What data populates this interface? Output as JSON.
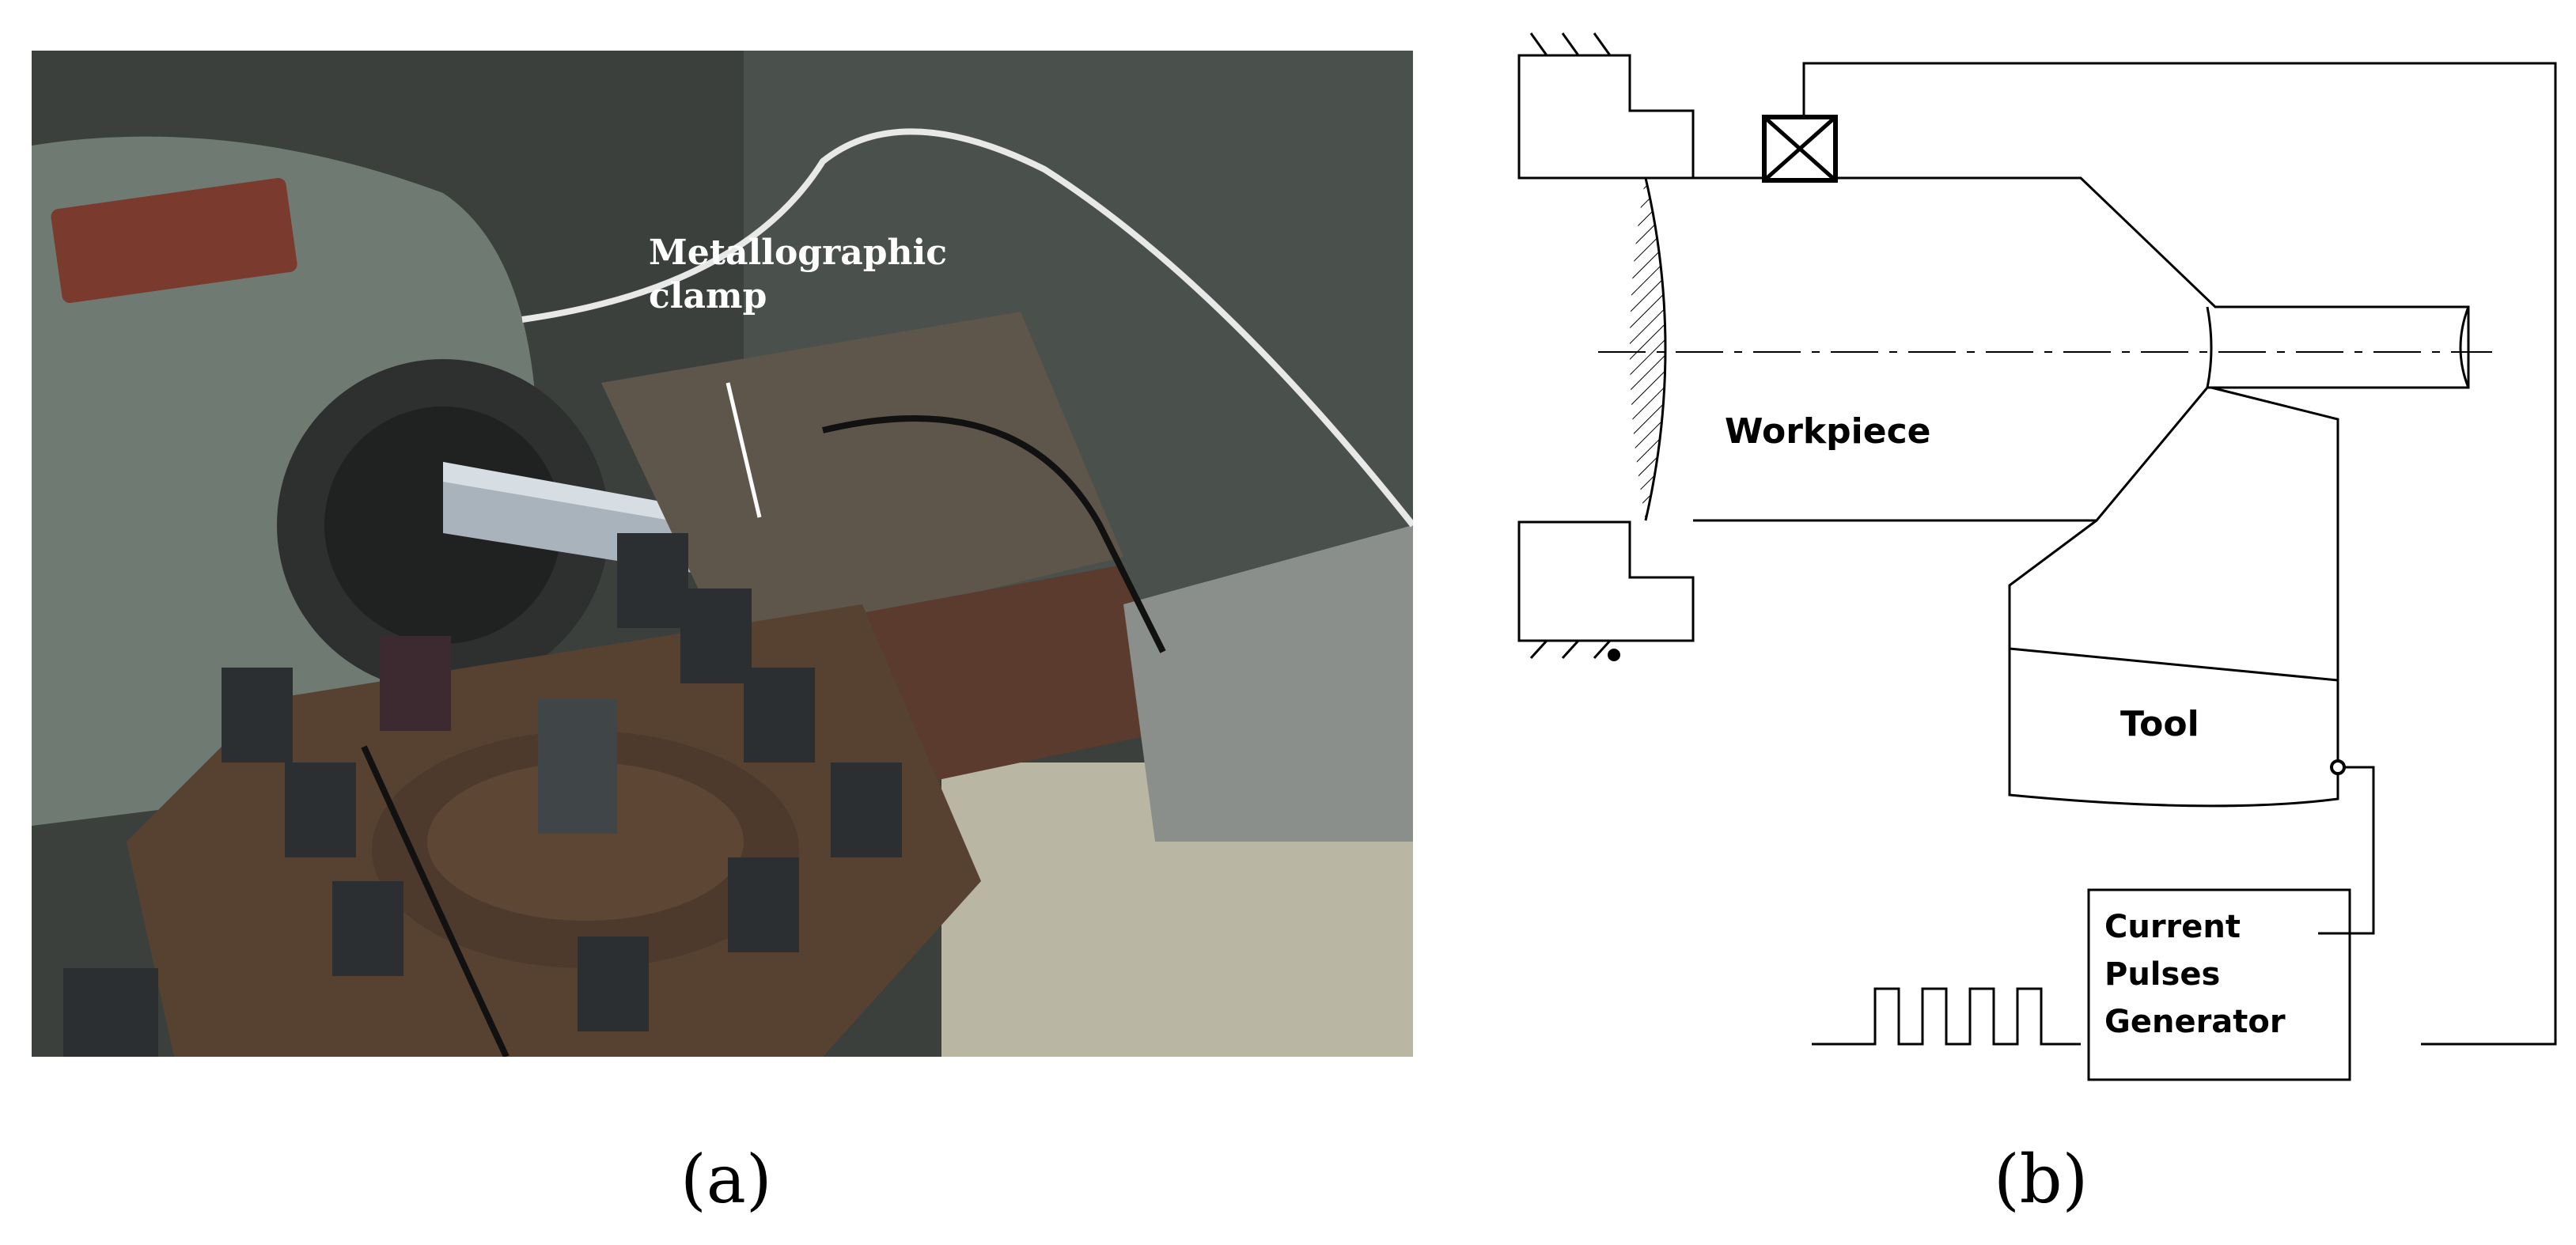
{
  "panel_a": {
    "clamp_label_line1": "Metallographic",
    "clamp_label_line2": "clamp",
    "caption": "(a)"
  },
  "panel_b": {
    "workpiece_label": "Workpiece",
    "tool_label": "Tool",
    "generator_label_line1": "Current",
    "generator_label_line2": "Pulses",
    "generator_label_line3": "Generator",
    "caption": "(b)"
  },
  "colors": {
    "photo_dark": "#3a3d3b",
    "machine_green": "#6f7a72",
    "rust_brown": "#5a3b2e",
    "diagram_line": "#000000"
  },
  "icons": [
    "current-collector-icon",
    "pulse-train-icon",
    "ground-hatch-icon"
  ]
}
